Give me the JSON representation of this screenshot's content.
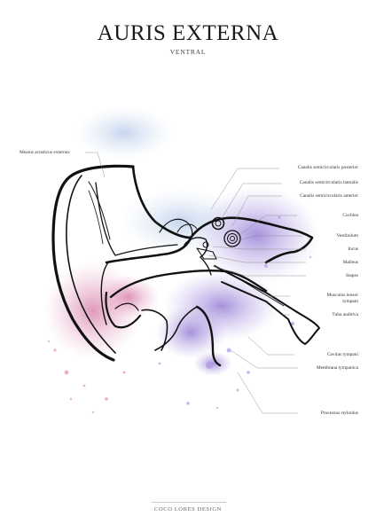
{
  "header": {
    "title": "AURIS EXTERNA",
    "subtitle": "VENTRAL"
  },
  "labels": {
    "meatus": "Meatus acusticus externus",
    "canalis_posterior": "Canalis semicircularis posterior",
    "canalis_lateralis": "Canalis semicircularis lateralis",
    "canalis_anterior": "Canalis semicircularis anterior",
    "cochlea": "Cochlea",
    "vestibulum": "Vestibulum",
    "incus": "Incus",
    "malleus": "Malleus",
    "stapes": "Stapes",
    "musculus_line1": "Musculus tensor",
    "musculus_line2": "tympani",
    "tuba": "Tuba auditiva",
    "cavitas": "Cavitas tympani",
    "membrana": "Membrana tympanica",
    "processus": "Processus styloidus"
  },
  "footer": {
    "credit": "COCO LORES DESIGN"
  },
  "colors": {
    "violet": "#9a7fd6",
    "pink": "#d98ab0",
    "blue": "#8fb0dd",
    "ink": "#111111"
  }
}
